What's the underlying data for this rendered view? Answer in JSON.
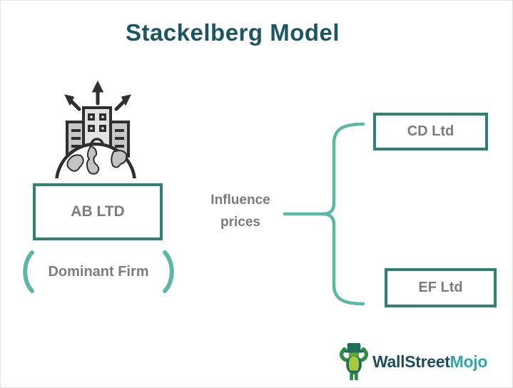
{
  "title": "Stackelberg Model",
  "leader": {
    "box_label": "AB LTD",
    "role_label": "Dominant Firm"
  },
  "relation_label": "Influence prices",
  "followers": [
    {
      "box_label": "CD Ltd"
    },
    {
      "box_label": "EF Ltd"
    }
  ],
  "logo": {
    "brand_dark": "WallStreet",
    "brand_accent": "Mojo"
  },
  "colors": {
    "title": "#1b5763",
    "box_border": "#2e8273",
    "text_gray": "#7c7c7c",
    "brace": "#5ab8a5",
    "logo_dark": "#1d4e5a",
    "logo_accent": "#2fa7a5",
    "icon_stroke": "#2f2f2f",
    "icon_fill": "#c8c8c8",
    "mascot_dark_green": "#1f6e5e",
    "mascot_green": "#2e8c46",
    "mascot_light_green": "#a9c83e"
  },
  "icons": {
    "building_growth": "building-growth-globe-icon",
    "brace": "right-brace-connector",
    "parentheses": "rounded-parentheses",
    "mascot": "wallstreetmojo-mascot"
  }
}
